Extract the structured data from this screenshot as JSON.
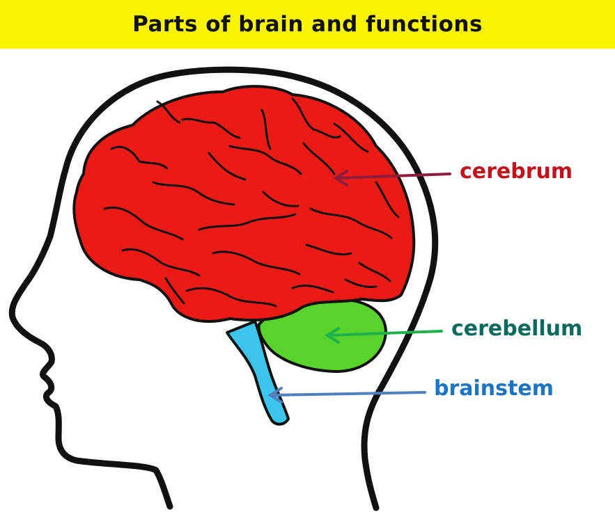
{
  "title": "Parts of brain and functions",
  "labels": {
    "cerebrum": "cerebrum",
    "cerebellum": "cerebellum",
    "brainstem": "brainstem"
  },
  "colors": {
    "title_bar": "#fbf400",
    "cerebrum_fill": "#ec1a14",
    "cerebellum_fill": "#58d32c",
    "brainstem_fill": "#3cc6ee",
    "cerebrum_label": "#c2121b",
    "cerebellum_label": "#0b6a5e",
    "brainstem_label": "#1d74c4",
    "cerebrum_arrow": "#8c1d3b",
    "cerebellum_arrow": "#1fb04a",
    "brainstem_arrow": "#4f7fbd",
    "outline": "#111111"
  }
}
